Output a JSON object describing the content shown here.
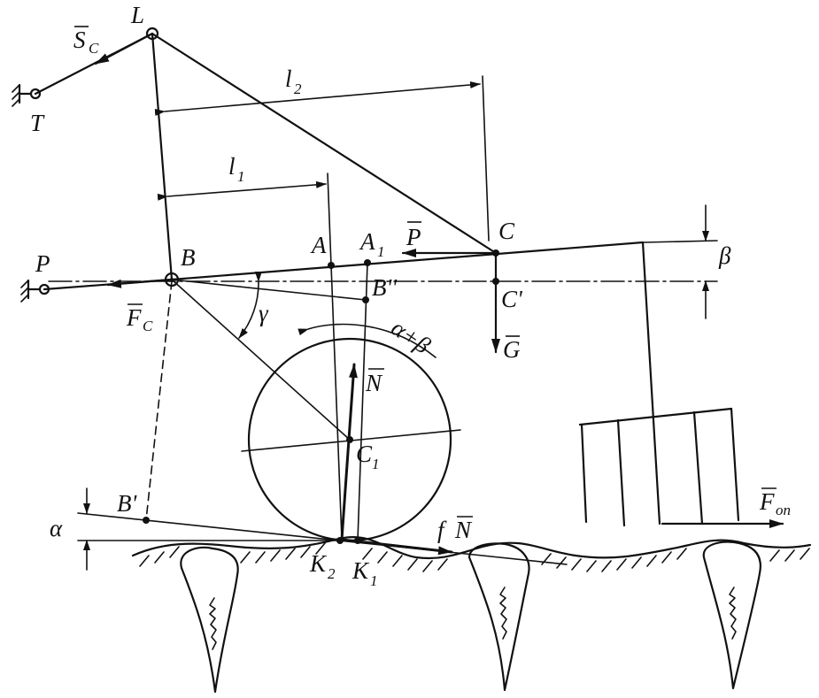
{
  "labels": {
    "L": "L",
    "S_main": "S",
    "S_sub": "C",
    "T": "T",
    "l2_main": "l",
    "l2_sub": "2",
    "l1_main": "l",
    "l1_sub": "1",
    "B": "B",
    "A": "A",
    "A1_main": "A",
    "A1_sub": "1",
    "P_arrow": "P",
    "C": "C",
    "beta": "β",
    "P_hinge": "P",
    "F_main": "F",
    "F_sub": "C",
    "B2": "B''",
    "C_prime": "C'",
    "gamma": "γ",
    "alpha_beta": "α+β",
    "G": "G",
    "N": "N",
    "C1_main": "C",
    "C1_sub": "1",
    "B_prime": "B'",
    "alpha": "α",
    "fN_f": "f",
    "fN_N": "N",
    "K2_main": "K",
    "K2_sub": "2",
    "K1_main": "K",
    "K1_sub": "1",
    "Fon_main": "F",
    "Fon_sub": "on"
  }
}
